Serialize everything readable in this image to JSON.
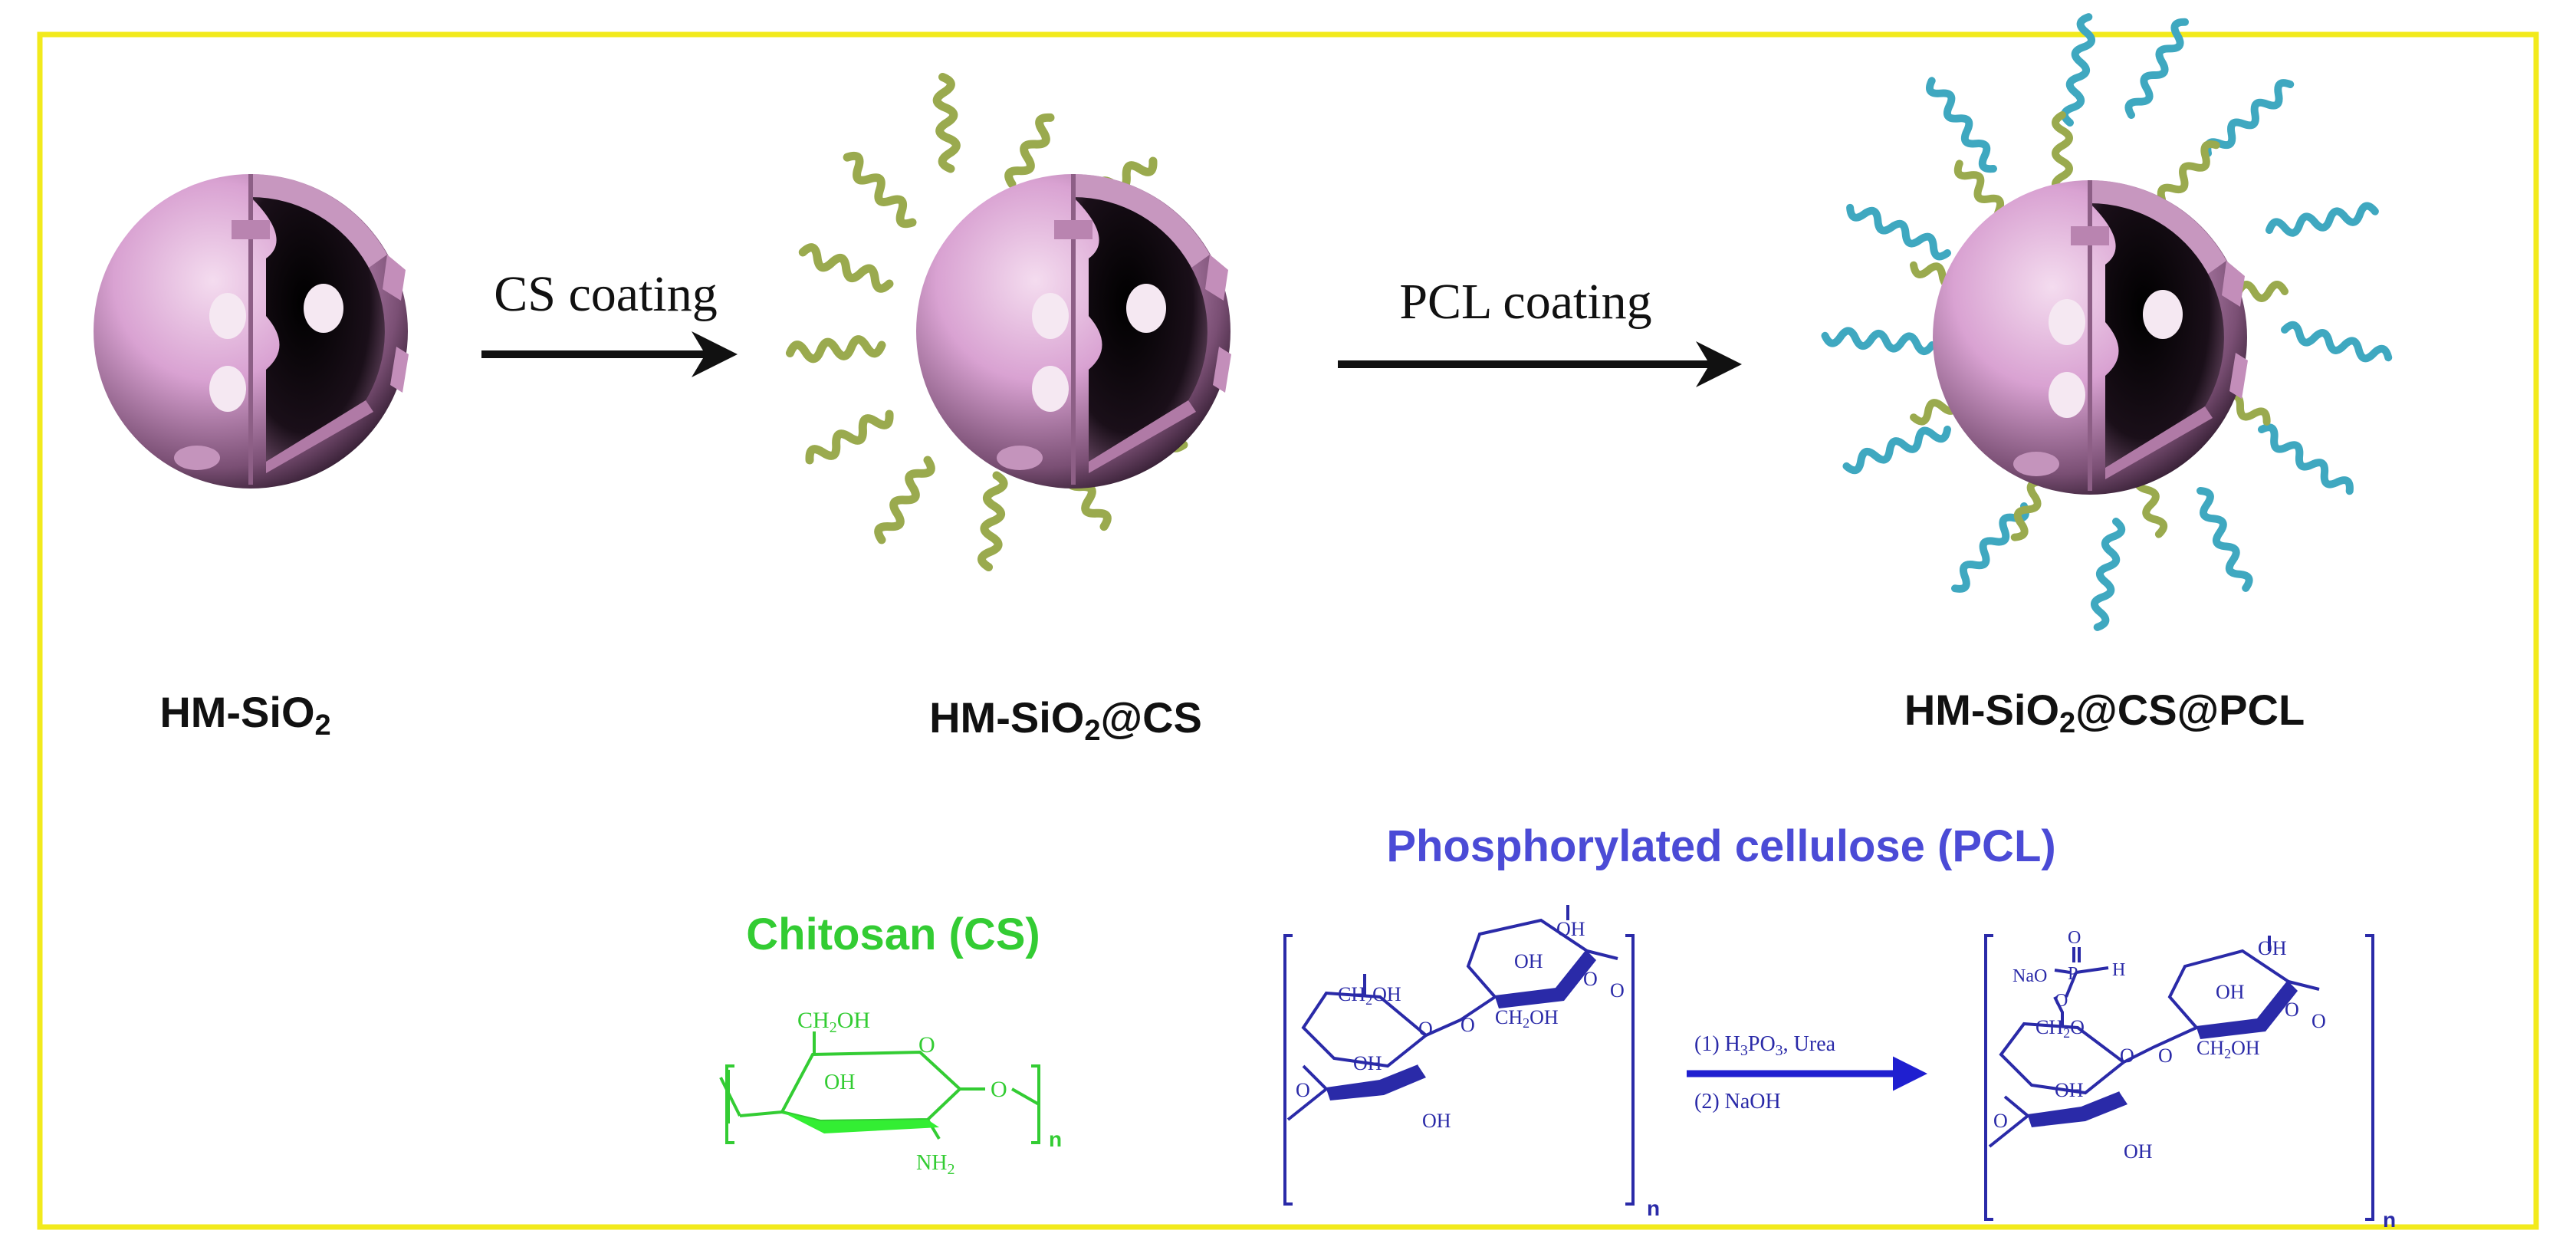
{
  "colors": {
    "frame": "#f2ea1c",
    "sphere": "#d9a2d2",
    "sphere_dark": "#2a1a28",
    "cs_chain": "#9aaa4e",
    "pcl_chain": "#3fa8c0",
    "arrow": "#111111",
    "chitosan": "#33cc33",
    "pcl_title": "#4b4bd6",
    "cellulose": "#2a2aa8"
  },
  "stages": [
    {
      "label_main": "HM-SiO",
      "label_sub": "2",
      "label_tail": ""
    },
    {
      "label_main": "HM-SiO",
      "label_sub": "2",
      "label_tail": "@CS"
    },
    {
      "label_main": "HM-SiO",
      "label_sub": "2",
      "label_tail": "@CS@PCL"
    }
  ],
  "steps": [
    {
      "label": "CS coating"
    },
    {
      "label": "PCL coating"
    }
  ],
  "chitosan": {
    "title": "Chitosan (CS)",
    "group_top": "CH",
    "group_top_sub": "2",
    "group_top_tail": "OH",
    "ring_oxygen": "O",
    "link_oxygen": "O",
    "hydroxyl": "OH",
    "amine": "NH",
    "amine_sub": "2",
    "repeat": "n"
  },
  "pcl": {
    "title": "Phosphorylated cellulose (PCL)",
    "reaction_step1_prefix": "(1)  H",
    "reaction_step1_sub1": "3",
    "reaction_step1_mid": "PO",
    "reaction_step1_sub2": "3",
    "reaction_step1_tail": ", Urea",
    "reaction_step2": "(2)  NaOH",
    "repeat": "n",
    "left": {
      "oh_top": "OH",
      "oh_mid_right": "OH",
      "ring_o_right": "O",
      "link_o_right": "O",
      "ch2oh_left_main": "CH",
      "ch2oh_left_sub": "2",
      "ch2oh_left_tail": "OH",
      "ring_o_left": "O",
      "bridge_o": "O",
      "ch2oh_right_main": "CH",
      "ch2oh_right_sub": "2",
      "ch2oh_right_tail": "OH",
      "oh_mid_left": "OH",
      "oh_bottom": "OH",
      "link_o_left": "O"
    },
    "right": {
      "o_dbl": "O",
      "p": "P",
      "h": "H",
      "nao": "NaO",
      "o_ester": "O",
      "ch2o_main": "CH",
      "ch2o_sub": "2",
      "ch2o_tail": "O",
      "oh_top": "OH",
      "oh_mid_right": "OH",
      "ring_o_right": "O",
      "link_o_right": "O",
      "ring_o_left": "O",
      "bridge_o": "O",
      "ch2oh_main": "CH",
      "ch2oh_sub": "2",
      "ch2oh_tail": "OH",
      "oh_mid_left": "OH",
      "oh_bottom": "OH",
      "link_o_left": "O"
    }
  }
}
